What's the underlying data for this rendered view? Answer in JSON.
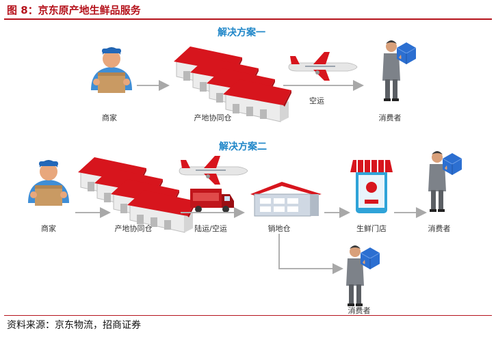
{
  "header": {
    "figure_title": "图 8：京东原产地生鲜品服务"
  },
  "scheme_one": {
    "title": "解决方案一",
    "merchant_label": "商家",
    "warehouse_label": "产地协同仓",
    "transport_label": "空运",
    "consumer_label": "消费者"
  },
  "scheme_two": {
    "title": "解决方案二",
    "merchant_label": "商家",
    "warehouse_label": "产地协同仓",
    "transport_label": "陆运/空运",
    "sales_warehouse_label": "销地仓",
    "store_label": "生鲜门店",
    "consumer_label": "消费者",
    "direct_consumer_label": "消费者"
  },
  "footer": {
    "source": "资料来源：京东物流，招商证券"
  },
  "colors": {
    "accent": "#b5121b",
    "scheme_title": "#1f86c8",
    "arrow": "#b0b0b0",
    "roof": "#d7151d",
    "box": "#2c6fd1"
  }
}
